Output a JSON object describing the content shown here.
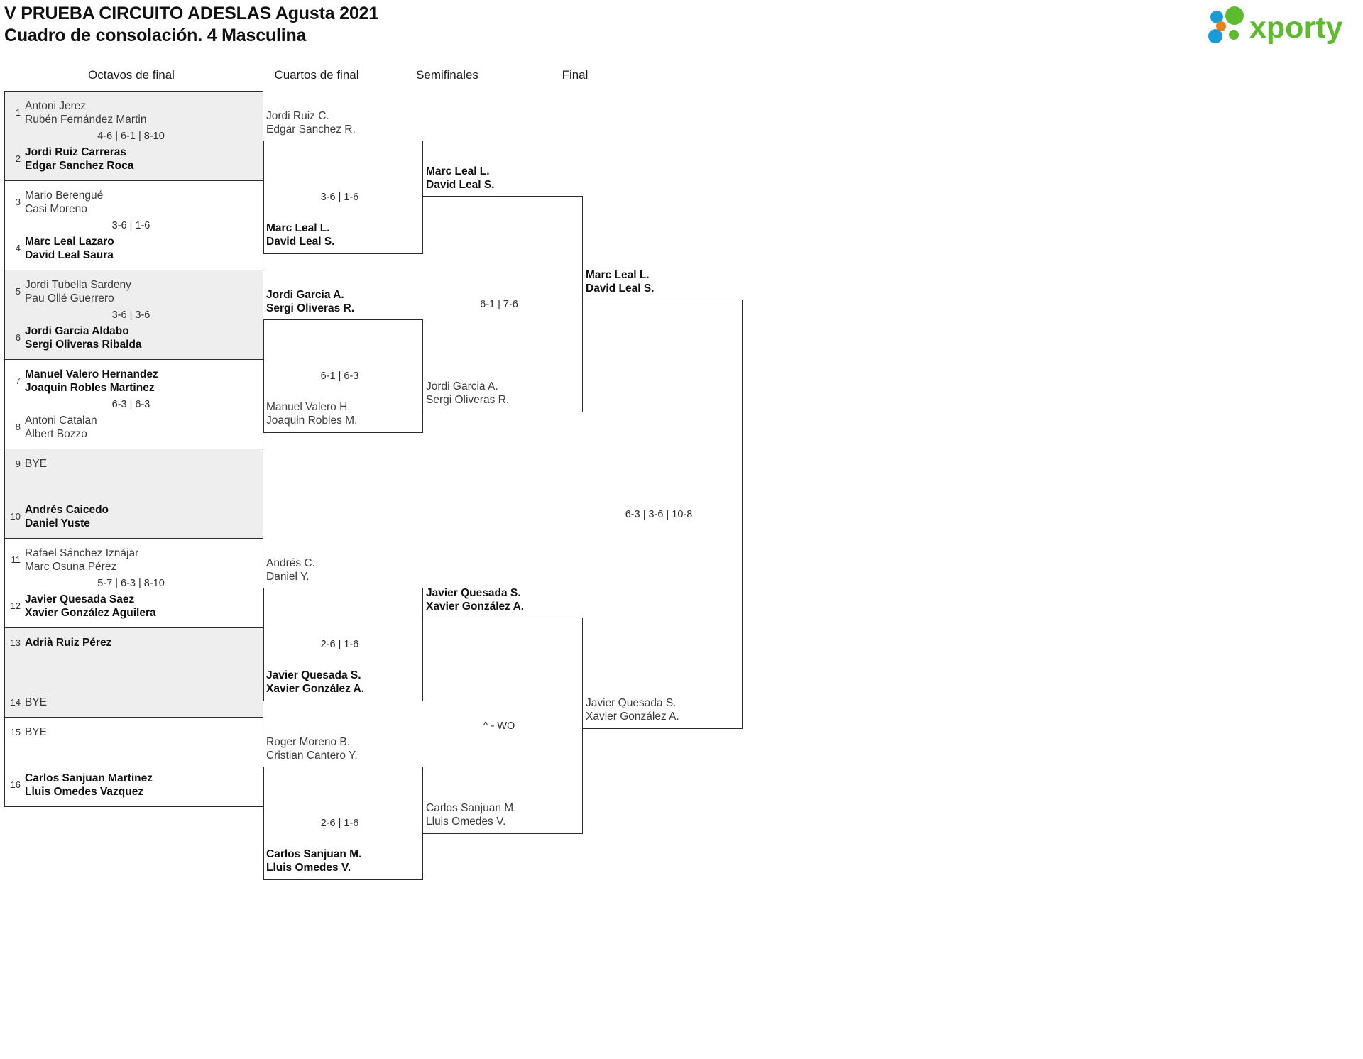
{
  "header": {
    "title_line1": "V PRUEBA CIRCUITO ADESLAS Agusta 2021",
    "title_line2": "Cuadro de consolación. 4 Masculina",
    "logo_text": "xporty",
    "logo_colors": {
      "green": "#5DBB2E",
      "blue": "#1B9CD9",
      "orange": "#E8821A"
    }
  },
  "rounds": [
    {
      "label": "Octavos de final"
    },
    {
      "label": "Cuartos de final"
    },
    {
      "label": "Semifinales"
    },
    {
      "label": "Final"
    }
  ],
  "round16": [
    {
      "shaded": true,
      "top": {
        "seed": "1",
        "p1": "Antoni Jerez",
        "p2": "Rubén Fernández Martin",
        "winner": false
      },
      "bottom": {
        "seed": "2",
        "p1": "Jordi Ruiz Carreras",
        "p2": "Edgar Sanchez Roca",
        "winner": true
      },
      "score": "4-6 | 6-1 | 8-10"
    },
    {
      "shaded": false,
      "top": {
        "seed": "3",
        "p1": "Mario Berengué",
        "p2": "Casi Moreno",
        "winner": false
      },
      "bottom": {
        "seed": "4",
        "p1": "Marc Leal Lazaro",
        "p2": "David Leal Saura",
        "winner": true
      },
      "score": "3-6 | 1-6"
    },
    {
      "shaded": true,
      "top": {
        "seed": "5",
        "p1": "Jordi Tubella Sardeny",
        "p2": "Pau Ollé Guerrero",
        "winner": false
      },
      "bottom": {
        "seed": "6",
        "p1": "Jordi Garcia Aldabo",
        "p2": "Sergi Oliveras Ribalda",
        "winner": true
      },
      "score": "3-6 | 3-6"
    },
    {
      "shaded": false,
      "top": {
        "seed": "7",
        "p1": "Manuel Valero Hernandez",
        "p2": "Joaquin Robles Martinez",
        "winner": true
      },
      "bottom": {
        "seed": "8",
        "p1": "Antoni Catalan",
        "p2": "Albert Bozzo",
        "winner": false
      },
      "score": "6-3 | 6-3"
    },
    {
      "shaded": true,
      "top": {
        "seed": "9",
        "p1": "BYE",
        "p2": "",
        "winner": false
      },
      "bottom": {
        "seed": "10",
        "p1": "Andrés Caicedo",
        "p2": "Daniel Yuste",
        "winner": true
      },
      "score": ""
    },
    {
      "shaded": false,
      "top": {
        "seed": "11",
        "p1": "Rafael Sánchez Iznájar",
        "p2": "Marc Osuna Pérez",
        "winner": false
      },
      "bottom": {
        "seed": "12",
        "p1": "Javier Quesada Saez",
        "p2": "Xavier González Aguilera",
        "winner": true
      },
      "score": "5-7 | 6-3 | 8-10"
    },
    {
      "shaded": true,
      "top": {
        "seed": "13",
        "p1": "Adrià Ruiz Pérez",
        "p2": "",
        "winner": true
      },
      "bottom": {
        "seed": "14",
        "p1": "BYE",
        "p2": "",
        "winner": false
      },
      "score": ""
    },
    {
      "shaded": false,
      "top": {
        "seed": "15",
        "p1": "BYE",
        "p2": "",
        "winner": false
      },
      "bottom": {
        "seed": "16",
        "p1": "Carlos Sanjuan Martinez",
        "p2": "Lluis Omedes Vazquez",
        "winner": true
      },
      "score": ""
    }
  ],
  "quarters": [
    {
      "above": {
        "p1": "Jordi Ruiz C.",
        "p2": "Edgar Sanchez R.",
        "winner": false
      },
      "inside": {
        "p1": "Marc Leal L.",
        "p2": "David Leal S.",
        "winner": true
      },
      "score": "3-6 | 1-6"
    },
    {
      "above": {
        "p1": "Jordi Garcia A.",
        "p2": "Sergi Oliveras R.",
        "winner": true
      },
      "inside": {
        "p1": "Manuel Valero H.",
        "p2": "Joaquin Robles M.",
        "winner": false
      },
      "score": "6-1 | 6-3"
    },
    {
      "above": {
        "p1": "Andrés C.",
        "p2": "Daniel Y.",
        "winner": false
      },
      "inside": {
        "p1": "Javier Quesada S.",
        "p2": "Xavier González A.",
        "winner": true
      },
      "score": "2-6 | 1-6"
    },
    {
      "above": {
        "p1": "Roger Moreno B.",
        "p2": "Cristian Cantero Y.",
        "winner": false
      },
      "inside": {
        "p1": "Carlos Sanjuan M.",
        "p2": "Lluis Omedes V.",
        "winner": true
      },
      "score": "2-6 | 1-6"
    }
  ],
  "semis": [
    {
      "above": {
        "p1": "Marc Leal L.",
        "p2": "David Leal S.",
        "winner": true
      },
      "inside": {
        "p1": "Jordi Garcia A.",
        "p2": "Sergi Oliveras R.",
        "winner": false
      },
      "score": "6-1 | 7-6"
    },
    {
      "above": {
        "p1": "Javier Quesada S.",
        "p2": "Xavier González A.",
        "winner": true
      },
      "inside": {
        "p1": "Carlos Sanjuan M.",
        "p2": "Lluis Omedes V.",
        "winner": false
      },
      "score": "^ - WO"
    }
  ],
  "final": {
    "above": {
      "p1": "Marc Leal L.",
      "p2": "David Leal S.",
      "winner": true
    },
    "inside": {
      "p1": "Javier Quesada S.",
      "p2": "Xavier González A.",
      "winner": false
    },
    "score": "6-3 | 3-6 | 10-8"
  }
}
